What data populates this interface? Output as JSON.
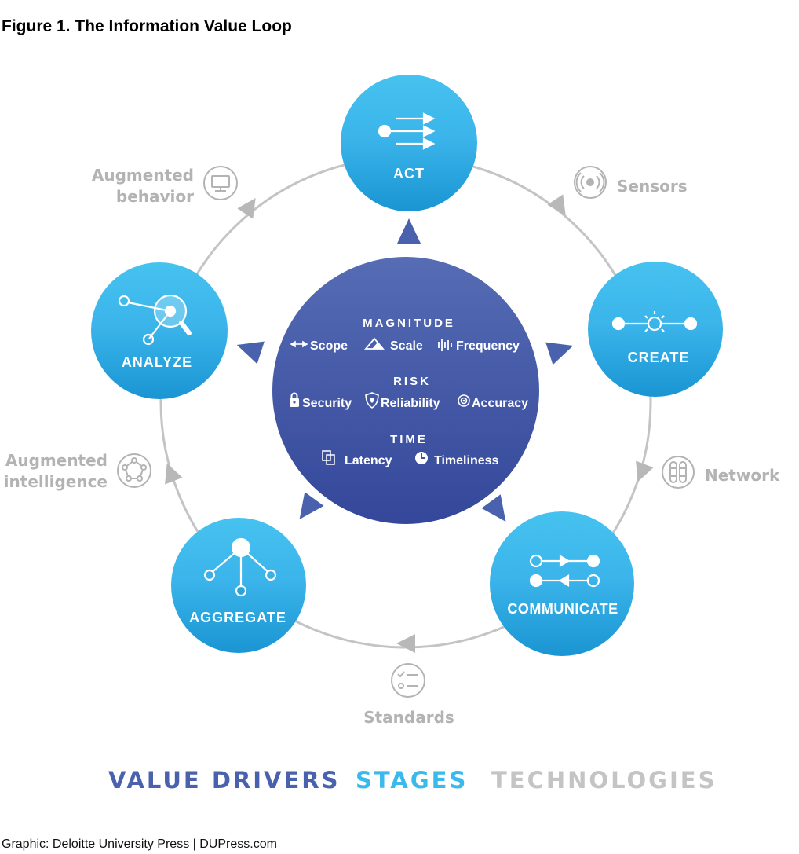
{
  "title": "Figure 1. The Information Value Loop",
  "colors": {
    "stage_top": "#46c2f0",
    "stage_bottom": "#1a95d3",
    "center_top": "#566cb4",
    "center_bottom": "#34479a",
    "driver_arrow": "#4a62ad",
    "technology_gray": "#b3b3b3",
    "loop_gray": "#c4c4c4"
  },
  "stages": [
    {
      "label": "ACT",
      "icon": "act-arrows-icon"
    },
    {
      "label": "CREATE",
      "icon": "create-sensor-icon"
    },
    {
      "label": "COMMUNICATE",
      "icon": "communicate-exchange-icon"
    },
    {
      "label": "AGGREGATE",
      "icon": "aggregate-tree-icon"
    },
    {
      "label": "ANALYZE",
      "icon": "analyze-magnifier-icon"
    }
  ],
  "technologies": [
    {
      "label": "Sensors",
      "icon": "sensors-icon"
    },
    {
      "label": "Network",
      "icon": "network-icon"
    },
    {
      "label": "Standards",
      "icon": "standards-icon"
    },
    {
      "lines": [
        "Augmented",
        "intelligence"
      ],
      "icon": "augmented-intelligence-icon"
    },
    {
      "lines": [
        "Augmented",
        "behavior"
      ],
      "icon": "augmented-behavior-icon"
    }
  ],
  "value_drivers": {
    "magnitude": {
      "heading": "MAGNITUDE",
      "items": [
        "Scope",
        "Scale",
        "Frequency"
      ]
    },
    "risk": {
      "heading": "RISK",
      "items": [
        "Security",
        "Reliability",
        "Accuracy"
      ]
    },
    "time": {
      "heading": "TIME",
      "items": [
        "Latency",
        "Timeliness"
      ]
    }
  },
  "legend": {
    "value_drivers": "VALUE DRIVERS",
    "stages": "STAGES",
    "technologies": "TECHNOLOGIES"
  },
  "credit": "Graphic: Deloitte University Press  |  DUPress.com"
}
